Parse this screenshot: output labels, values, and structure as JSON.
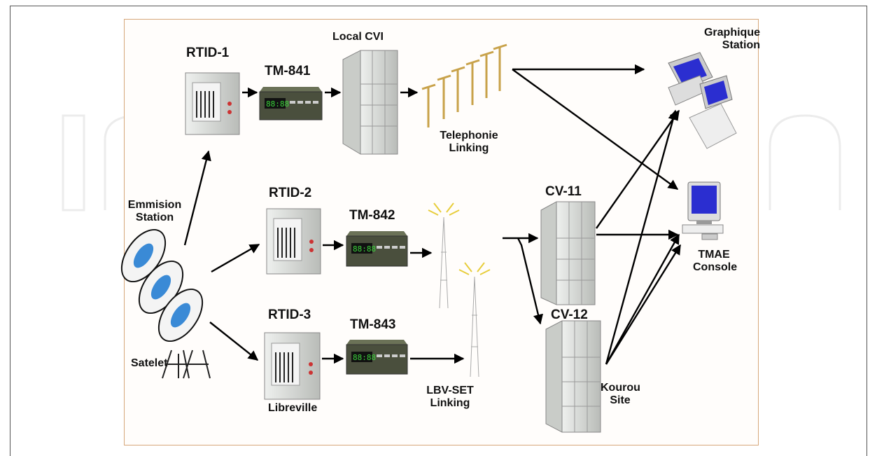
{
  "colors": {
    "frame": "#d6a77a",
    "arrow": "#000000",
    "cabinet": "#d7d9d6",
    "tm_unit": "#4a4f3d",
    "tm_display": "#3bd23b",
    "dish": "#3a8ad6",
    "pole": "#c8a24a",
    "screen_blue": "#2b2ed0"
  },
  "watermark": {
    "icons": [
      "intechopen-logo-watermark"
    ]
  },
  "labels": {
    "rtid1": "RTID-1",
    "tm841": "TM-841",
    "local_cvi": "Local CVI",
    "telephonie": "Telephonie\nLinking",
    "graphique": "Graphique\nStation",
    "emission": "Emmision\nStation",
    "rtid2": "RTID-2",
    "tm842": "TM-842",
    "cv11": "CV-11",
    "tmae": "TMAE\nConsole",
    "satelet": "Satelet",
    "rtid3": "RTID-3",
    "tm843": "TM-843",
    "cv12": "CV-12",
    "libreville": "Libreville",
    "lbvset": "LBV-SET\nLinking",
    "kourou": "Kourou\nSite"
  }
}
